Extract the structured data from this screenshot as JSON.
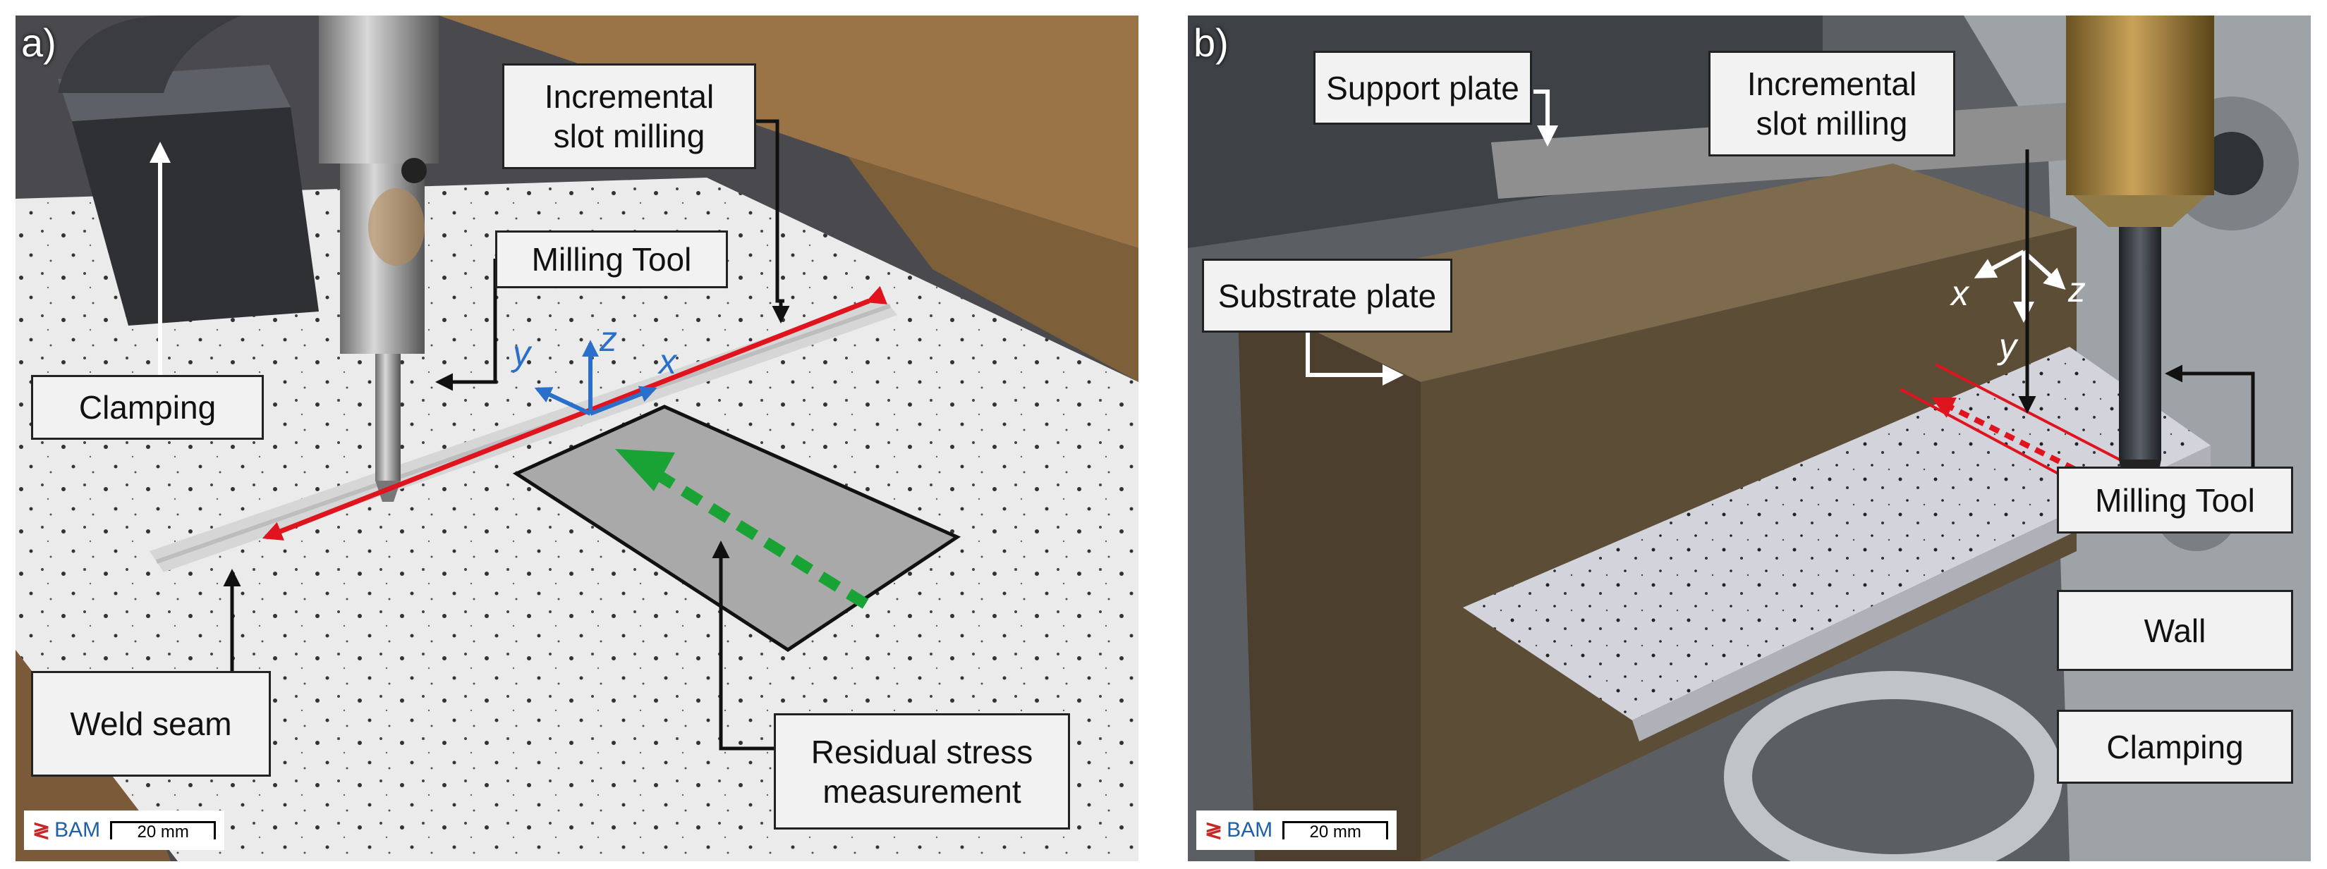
{
  "panel_a": {
    "letter": "a)",
    "labels": {
      "slot_milling": [
        "Incremental",
        "slot milling"
      ],
      "milling_tool": "Milling Tool",
      "clamping": "Clamping",
      "weld_seam": "Weld seam",
      "residual_stress": [
        "Residual stress",
        "measurement"
      ]
    },
    "axes": {
      "y": "y",
      "z": "z",
      "x": "x"
    },
    "scale": {
      "brand": "BAM",
      "length": "20 mm"
    }
  },
  "panel_b": {
    "letter": "b)",
    "labels": {
      "support_plate": "Support plate",
      "slot_milling": [
        "Incremental",
        "slot milling"
      ],
      "substrate_plate": "Substrate plate",
      "milling_tool": "Milling Tool",
      "wall": "Wall",
      "clamping": "Clamping"
    },
    "axes": {
      "x": "x",
      "z": "z",
      "y": "y"
    },
    "scale": {
      "brand": "BAM",
      "length": "20 mm"
    }
  },
  "colors": {
    "milling_path": "#e0141e",
    "stress_arrow": "#1aa335",
    "axes": "#2a6fc9",
    "callout_fill": "#f2f2f2"
  }
}
